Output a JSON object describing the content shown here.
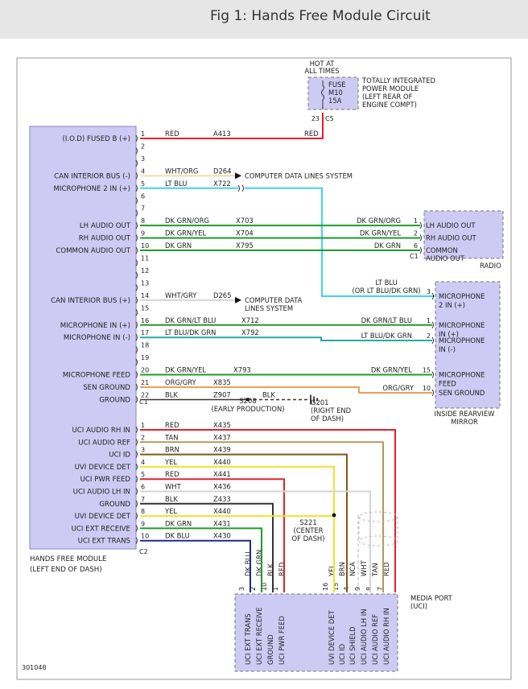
{
  "title": "Fig 1: Hands Free Module Circuit",
  "figure_id": "301048",
  "colors": {
    "RED": "#e4202a",
    "WHT/ORG": "#eed9b8",
    "LT BLU": "#3fd5ea",
    "DK GRN/ORG": "#1f9b2a",
    "DK GRN/YEL": "#1f9b2a",
    "DK GRN": "#1f9b2a",
    "WHT/GRY": "#d6d6d6",
    "DK GRN/LT BLU": "#1f9b2a",
    "LT BLU/DK GRN": "#29a9a0",
    "ORG/GRY": "#e9a05a",
    "BLK": "#333333",
    "TAN": "#b09a60",
    "BRN": "#7a5a16",
    "YEL": "#f0e034",
    "WHT": "#d4d4d4",
    "DK BLU": "#1f2a8a",
    "module_fill": "#cdcbf3",
    "module_stroke": "#8a86c8"
  },
  "hfm": {
    "name": "HANDS FREE MODULE",
    "location": "(LEFT END OF DASH)",
    "c1_label": "C1",
    "c2_label": "C2",
    "c1_pins": [
      {
        "pin": "1",
        "label": "(I.O.D) FUSED B (+)",
        "color": "RED",
        "circuit": "A413"
      },
      {
        "pin": "2",
        "label": "",
        "color": "",
        "circuit": ""
      },
      {
        "pin": "3",
        "label": "",
        "color": "",
        "circuit": ""
      },
      {
        "pin": "4",
        "label": "CAN INTERIOR BUS (-)",
        "color": "WHT/ORG",
        "circuit": "D264"
      },
      {
        "pin": "5",
        "label": "MICROPHONE 2 IN (+)",
        "color": "LT BLU",
        "circuit": "X722"
      },
      {
        "pin": "6",
        "label": "",
        "color": "",
        "circuit": ""
      },
      {
        "pin": "7",
        "label": "",
        "color": "",
        "circuit": ""
      },
      {
        "pin": "8",
        "label": "LH AUDIO OUT",
        "color": "DK GRN/ORG",
        "circuit": "X703"
      },
      {
        "pin": "9",
        "label": "RH AUDIO OUT",
        "color": "DK GRN/YEL",
        "circuit": "X704"
      },
      {
        "pin": "10",
        "label": "COMMON AUDIO OUT",
        "color": "DK GRN",
        "circuit": "X795"
      },
      {
        "pin": "11",
        "label": "",
        "color": "",
        "circuit": ""
      },
      {
        "pin": "12",
        "label": "",
        "color": "",
        "circuit": ""
      },
      {
        "pin": "13",
        "label": "",
        "color": "",
        "circuit": ""
      },
      {
        "pin": "14",
        "label": "CAN INTERIOR BUS (+)",
        "color": "WHT/GRY",
        "circuit": "D265"
      },
      {
        "pin": "15",
        "label": "",
        "color": "",
        "circuit": ""
      },
      {
        "pin": "16",
        "label": "MICROPHONE IN (+)",
        "color": "DK GRN/LT BLU",
        "circuit": "X712"
      },
      {
        "pin": "17",
        "label": "MICROPHONE IN (-)",
        "color": "LT BLU/DK GRN",
        "circuit": "X792"
      },
      {
        "pin": "18",
        "label": "",
        "color": "",
        "circuit": ""
      },
      {
        "pin": "19",
        "label": "",
        "color": "",
        "circuit": ""
      },
      {
        "pin": "20",
        "label": "MICROPHONE FEED",
        "color": "DK GRN/YEL",
        "circuit": "X793"
      },
      {
        "pin": "21",
        "label": "SEN GROUND",
        "color": "ORG/GRY",
        "circuit": "X835"
      },
      {
        "pin": "22",
        "label": "GROUND",
        "color": "BLK",
        "circuit": "Z907"
      }
    ],
    "c2_pins": [
      {
        "pin": "1",
        "label": "UCI AUDIO RH IN",
        "color": "RED",
        "circuit": "X435"
      },
      {
        "pin": "2",
        "label": "UCI AUDIO REF",
        "color": "TAN",
        "circuit": "X437"
      },
      {
        "pin": "3",
        "label": "UCI ID",
        "color": "BRN",
        "circuit": "X439"
      },
      {
        "pin": "4",
        "label": "UVI DEVICE DET",
        "color": "YEL",
        "circuit": "X440"
      },
      {
        "pin": "5",
        "label": "UCI PWR FEED",
        "color": "RED",
        "circuit": "X441"
      },
      {
        "pin": "6",
        "label": "UCI AUDIO LH IN",
        "color": "WHT",
        "circuit": "X436"
      },
      {
        "pin": "7",
        "label": "GROUND",
        "color": "BLK",
        "circuit": "Z433"
      },
      {
        "pin": "8",
        "label": "UVI DEVICE DET",
        "color": "YEL",
        "circuit": "X440"
      },
      {
        "pin": "9",
        "label": "UCI EXT RECEIVE",
        "color": "DK GRN",
        "circuit": "X431"
      },
      {
        "pin": "10",
        "label": "UCI EXT TRANS",
        "color": "DK BLU",
        "circuit": "X430"
      }
    ]
  },
  "power": {
    "hot_label": [
      "HOT AT",
      "ALL TIMES"
    ],
    "fuse_label": [
      "FUSE",
      "M10",
      "15A"
    ],
    "module_label": [
      "TOTALLY INTEGRATED",
      "POWER MODULE",
      "(LEFT REAR OF",
      "ENGINE COMPT)"
    ],
    "pin": "23",
    "connector": "C5",
    "wire_color": "RED"
  },
  "data_lines": {
    "label_a": [
      "COMPUTER DATA LINES SYSTEM"
    ],
    "label_b": [
      "COMPUTER DATA",
      "LINES SYSTEM"
    ]
  },
  "radio": {
    "name": "RADIO",
    "connector": "C1",
    "pins": [
      {
        "pin": "1",
        "label": "LH AUDIO OUT",
        "color": "DK GRN/ORG"
      },
      {
        "pin": "2",
        "label": "RH AUDIO OUT",
        "color": "DK GRN/YEL"
      },
      {
        "pin": "6",
        "label": "COMMON",
        "color": "DK GRN"
      }
    ],
    "pin6_label_line2": "AUDIO OUT"
  },
  "mirror": {
    "name": [
      "INSIDE REARVIEW",
      "MIRROR"
    ],
    "mic2_wire_label": [
      "LT BLU",
      "(OR LT BLU/DK GRN)"
    ],
    "pins": [
      {
        "pin": "3",
        "label": [
          "MICROPHONE",
          "2 IN (+)"
        ],
        "color": "LT BLU"
      },
      {
        "pin": "1",
        "label": [
          "MICROPHONE",
          "IN (+)"
        ],
        "color": "DK GRN/LT BLU"
      },
      {
        "pin": "2",
        "label": [
          "MICROPHONE",
          "IN (-)"
        ],
        "color": "LT BLU/DK GRN"
      },
      {
        "pin": "15",
        "label": [
          "MICROPHONE",
          "FEED"
        ],
        "color": "DK GRN/YEL"
      },
      {
        "pin": "10",
        "label": [
          "SEN GROUND"
        ],
        "color": "ORG/GRY"
      }
    ]
  },
  "splices": {
    "s208": [
      "S208",
      "(EARLY PRODUCTION)"
    ],
    "s208_wire": "BLK",
    "g201": [
      "G201",
      "(RIGHT END",
      "OF DASH)"
    ],
    "s221": [
      "S221",
      "(CENTER",
      "OF DASH)"
    ]
  },
  "media_port": {
    "name": [
      "MEDIA PORT",
      "(UCI)"
    ],
    "pins": [
      {
        "pin": "3",
        "color": "DK BLU",
        "label": "UCI EXT TRANS"
      },
      {
        "pin": "2",
        "color": "DK GRN",
        "label": "UCI EXT RECEIVE"
      },
      {
        "pin": "10",
        "color": "BLK",
        "label": "GROUND"
      },
      {
        "pin": "1",
        "color": "RED",
        "label": "UCI PWR FEED"
      },
      {
        "pin": "16",
        "color": "YEL",
        "label": "UVI DEVICE DET"
      },
      {
        "pin": "15",
        "color": "BRN",
        "label": "UCI ID"
      },
      {
        "pin": "4",
        "color": "NCA",
        "label": "UCI SHIELD"
      },
      {
        "pin": "9",
        "color": "WHT",
        "label": "UCI AUDIO LH IN"
      },
      {
        "pin": "8",
        "color": "TAN",
        "label": "UCI AUDIO REF"
      },
      {
        "pin": "7",
        "color": "RED",
        "label": "UCI AUDIO RH IN"
      }
    ]
  }
}
